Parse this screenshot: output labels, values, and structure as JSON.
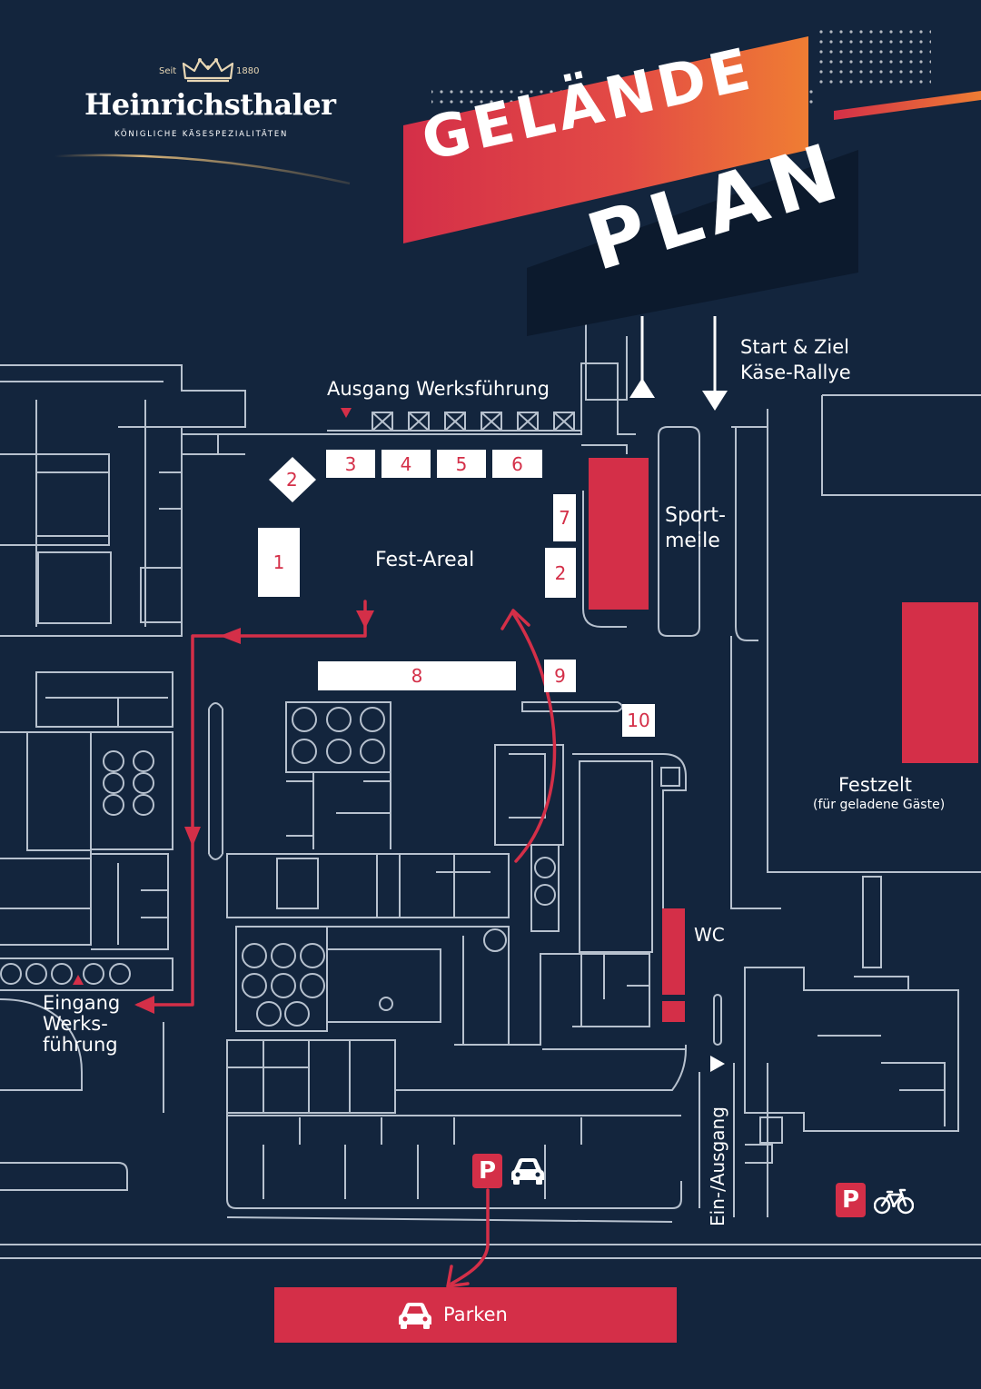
{
  "brand": {
    "seit": "Seit",
    "year": "1880",
    "name": "Heinrichsthaler",
    "tagline": "KÖNIGLICHE KÄSESPEZIALITÄTEN"
  },
  "title": {
    "line1": "GELÄNDE",
    "line2": "PLAN"
  },
  "labels": {
    "start_ziel_1": "Start & Ziel",
    "start_ziel_2": "Käse-Rallye",
    "ausgang_werksfuehrung": "Ausgang Werksführung",
    "fest_areal": "Fest-Areal",
    "sportmeile_1": "Sport-",
    "sportmeile_2": "meile",
    "festzelt": "Festzelt",
    "festzelt_sub": "(für geladene Gäste)",
    "wc": "WC",
    "eingang_1": "Eingang",
    "eingang_2": "Werks-",
    "eingang_3": "führung",
    "ein_ausgang": "Ein-/Ausgang",
    "parken": "Parken",
    "parking_symbol": "P"
  },
  "stations": {
    "s1": "1",
    "s2a": "2",
    "s2b": "2",
    "s3": "3",
    "s4": "4",
    "s5": "5",
    "s6": "6",
    "s7": "7",
    "s8": "8",
    "s9": "9",
    "s10": "10"
  },
  "colors": {
    "background": "#13253d",
    "accent": "#d42f48",
    "gradient_end": "#ef7d33",
    "lines": "#c9d2de"
  },
  "icons": [
    "crown-icon",
    "car-icon",
    "bicycle-icon",
    "arrow-icon"
  ]
}
